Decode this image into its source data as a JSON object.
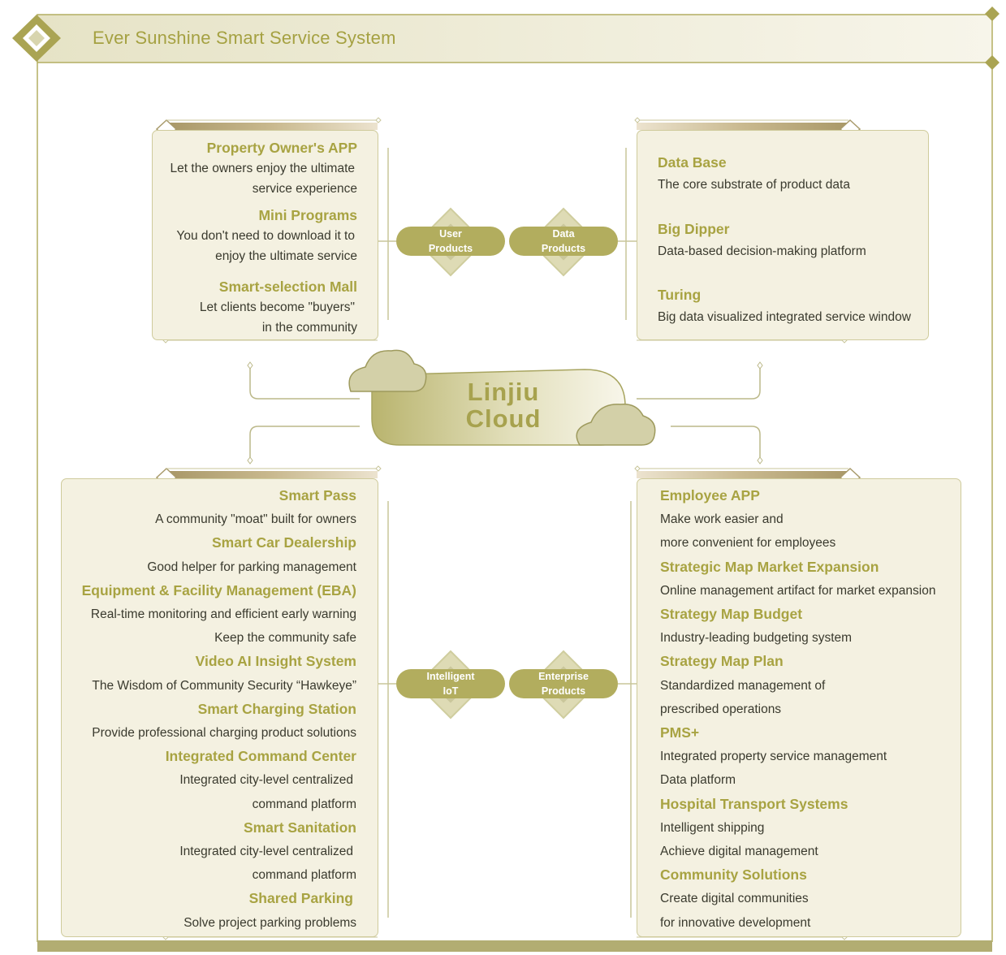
{
  "header": {
    "title": "Ever Sunshine Smart Service System"
  },
  "center": {
    "line1": "Linjiu",
    "line2": "Cloud"
  },
  "categories": {
    "user": {
      "line1": "User",
      "line2": "Products"
    },
    "data": {
      "line1": "Data",
      "line2": "Products"
    },
    "iot": {
      "line1": "Intelligent",
      "line2": "IoT"
    },
    "enterprise": {
      "line1": "Enterprise",
      "line2": "Products"
    }
  },
  "user_products": [
    {
      "title": "Property Owner's APP",
      "lines": [
        "Let the owners enjoy the ultimate",
        "service experience"
      ]
    },
    {
      "title": "Mini Programs",
      "lines": [
        "You don't need to download it to",
        "enjoy the ultimate service"
      ]
    },
    {
      "title": "Smart-selection Mall",
      "lines": [
        "Let clients become \"buyers\"",
        "in the community"
      ]
    }
  ],
  "data_products": [
    {
      "title": "Data Base",
      "lines": [
        "The core substrate of product data"
      ]
    },
    {
      "title": "Big Dipper",
      "lines": [
        "Data-based decision-making platform"
      ]
    },
    {
      "title": "Turing",
      "lines": [
        "Big data visualized integrated service window"
      ]
    }
  ],
  "iot_products": [
    {
      "title": "Smart Pass",
      "lines": [
        "A community \"moat\" built for owners"
      ]
    },
    {
      "title": "Smart Car Dealership",
      "lines": [
        "Good helper for parking management"
      ]
    },
    {
      "title": "Equipment & Facility Management (EBA)",
      "lines": [
        "Real-time monitoring and efficient early warning",
        "Keep the community safe"
      ]
    },
    {
      "title": "Video AI Insight System",
      "lines": [
        "The Wisdom of Community Security “Hawkeye”"
      ]
    },
    {
      "title": "Smart Charging Station",
      "lines": [
        "Provide professional charging product solutions"
      ]
    },
    {
      "title": "Integrated Command Center",
      "lines": [
        "Integrated city-level centralized",
        "command platform"
      ]
    },
    {
      "title": "Smart Sanitation",
      "lines": [
        "Integrated city-level centralized",
        "command platform"
      ]
    },
    {
      "title": "Shared Parking",
      "lines": [
        "Solve project parking problems"
      ]
    }
  ],
  "enterprise_products": [
    {
      "title": "Employee APP",
      "lines": [
        "Make work easier and",
        "more convenient for employees"
      ]
    },
    {
      "title": "Strategic Map Market Expansion",
      "lines": [
        "Online management artifact for market expansion"
      ]
    },
    {
      "title": "Strategy Map Budget",
      "lines": [
        "Industry-leading budgeting system"
      ]
    },
    {
      "title": "Strategy Map Plan",
      "lines": [
        "Standardized management of",
        "prescribed operations"
      ]
    },
    {
      "title": "PMS+",
      "lines": [
        "Integrated property service management",
        "Data platform"
      ]
    },
    {
      "title": "Hospital Transport Systems",
      "lines": [
        "Intelligent shipping",
        "Achieve digital management"
      ]
    },
    {
      "title": "Community Solutions",
      "lines": [
        "Create digital communities",
        "for innovative development"
      ]
    }
  ],
  "colors": {
    "olive": "#a8a342",
    "panel": "#f4f1e1",
    "pill": "#b2ad5e",
    "line": "#c8c59a"
  }
}
